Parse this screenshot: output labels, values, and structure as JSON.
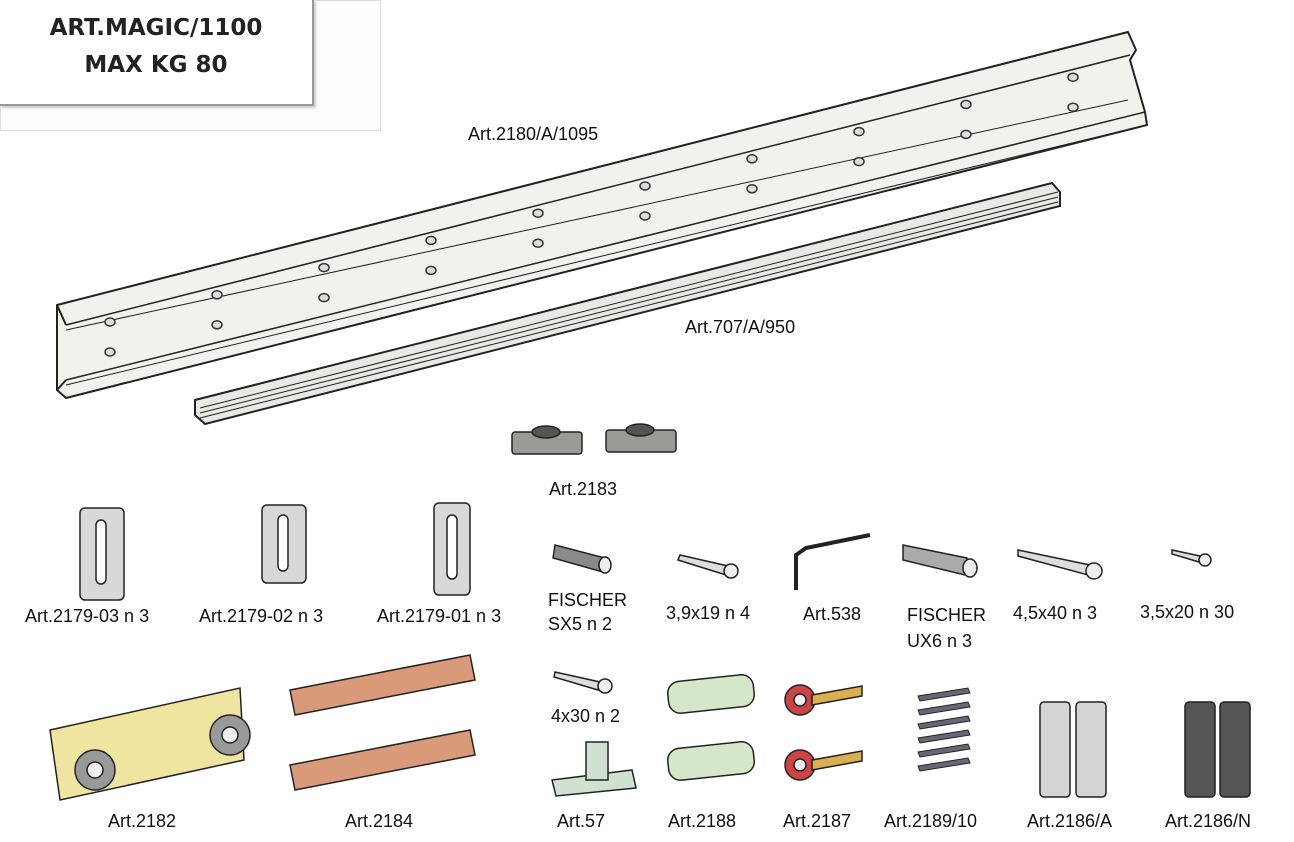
{
  "title_box": {
    "line1": "ART.MAGIC/1100",
    "line2": "MAX KG 80"
  },
  "parts": {
    "rail": "Art.2180/A/1095",
    "guide": "Art.707/A/950",
    "a2183": "Art.2183",
    "a2179_03": "Art.2179-03 n 3",
    "a2179_02": "Art.2179-02 n 3",
    "a2179_01": "Art.2179-01 n 3",
    "fischer_sx5_l1": "FISCHER",
    "fischer_sx5_l2": "SX5 n 2",
    "screw_39x19": "3,9x19 n 4",
    "a538": "Art.538",
    "fischer_ux6_l1": "FISCHER",
    "fischer_ux6_l2": "UX6 n 3",
    "screw_45x40": "4,5x40 n 3",
    "screw_35x20": "3,5x20 n 30",
    "screw_4x30": "4x30 n 2",
    "a2182": "Art.2182",
    "a2184": "Art.2184",
    "a57": "Art.57",
    "a2188": "Art.2188",
    "a2187": "Art.2187",
    "a2189_10": "Art.2189/10",
    "a2186_A": "Art.2186/A",
    "a2186_N": "Art.2186/N"
  }
}
